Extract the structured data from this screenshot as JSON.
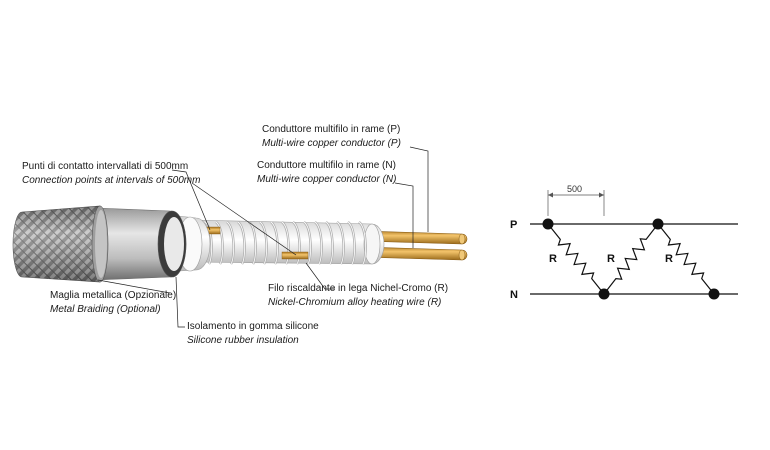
{
  "cable": {
    "labels": {
      "conductor_p_it": "Conduttore multifilo in rame (P)",
      "conductor_p_en": "Multi-wire copper conductor (P)",
      "conductor_n_it": "Conduttore multifilo in rame (N)",
      "conductor_n_en": "Multi-wire copper conductor (N)",
      "contact_points_it": "Punti di contatto intervallati di 500mm",
      "contact_points_en": "Connection points at intervals of 500mm",
      "heating_wire_it": "Filo riscaldante in lega Nichel-Cromo (R)",
      "heating_wire_en": "Nickel-Chromium alloy heating wire (R)",
      "braiding_it": "Maglia metallica (Opzionale)",
      "braiding_en": "Metal Braiding (Optional)",
      "insulation_it": "Isolamento in gomma silicone",
      "insulation_en": "Silicone rubber insulation"
    },
    "colors": {
      "braid": "#8c8c8c",
      "jacket": "#cfcfcf",
      "insulation": "#f2f2f2",
      "copper": "#d9a441",
      "heating_wire": "#b0b0b0"
    }
  },
  "schematic": {
    "bus_p": "P",
    "bus_n": "N",
    "resistor_label": "R",
    "spacing_label": "500",
    "resistor_count": 3
  }
}
